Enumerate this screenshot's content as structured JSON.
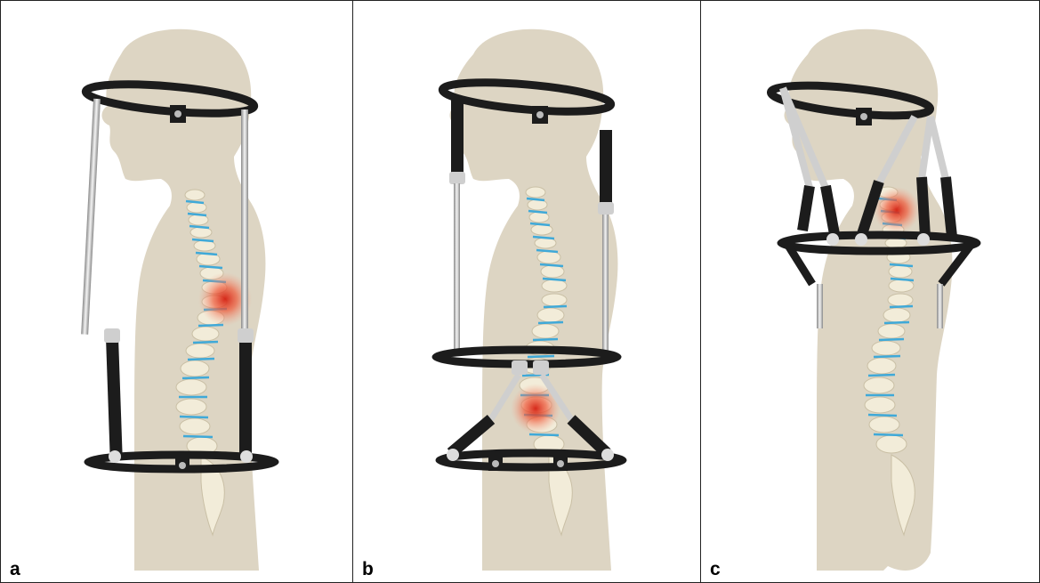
{
  "panels": [
    {
      "label": "a",
      "variant": "halo-pelvic-vertical-rods"
    },
    {
      "label": "b",
      "variant": "halo-thoracic-ring-with-lumbar-frame"
    },
    {
      "label": "c",
      "variant": "halo-upper-thoracic-ring"
    }
  ],
  "colors": {
    "body": "#ddd5c3",
    "frame": "#1c1c1c",
    "rod": "#d8d8d8",
    "vertebra": "#f2ecd9",
    "disc": "#3fa9d8",
    "lesion": "#e8412a"
  },
  "icons": [
    "halo-ring",
    "pelvic-ring",
    "spine",
    "lesion-glow",
    "connecting-rod",
    "screw-clamp"
  ]
}
